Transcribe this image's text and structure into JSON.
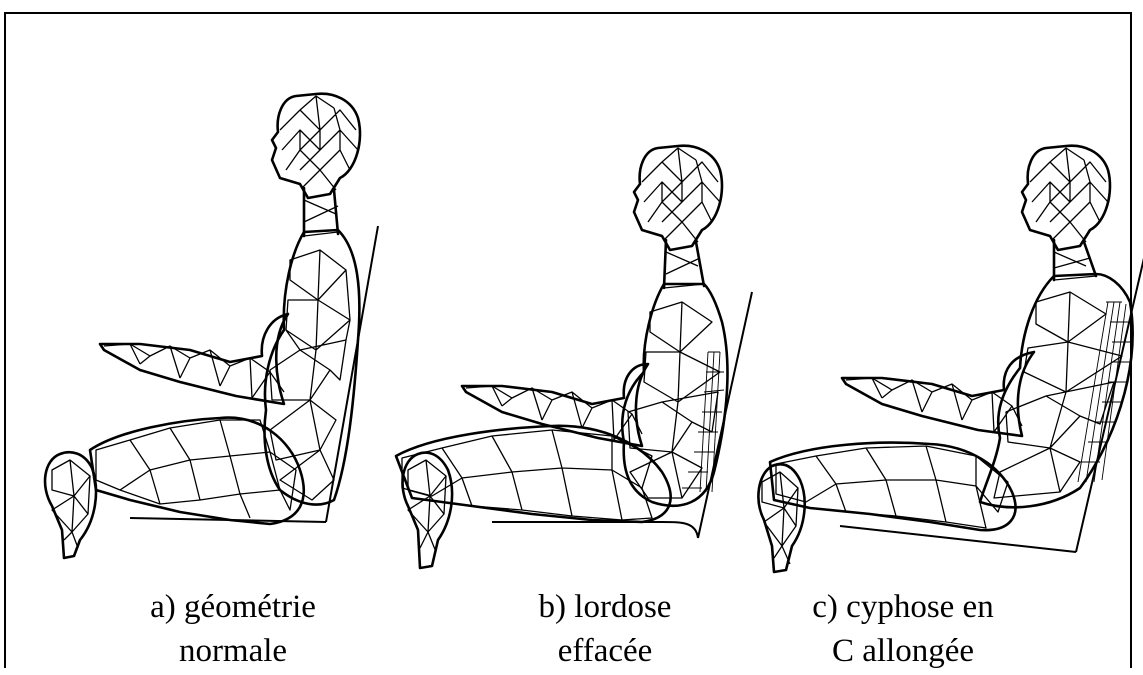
{
  "figures": [
    {
      "id": "a",
      "caption_line1": "a) géométrie",
      "caption_line2": "normale"
    },
    {
      "id": "b",
      "caption_line1": "b) lordose",
      "caption_line2": "effacée"
    },
    {
      "id": "c",
      "caption_line1": "c) cyphose en",
      "caption_line2": "C allongée"
    }
  ]
}
